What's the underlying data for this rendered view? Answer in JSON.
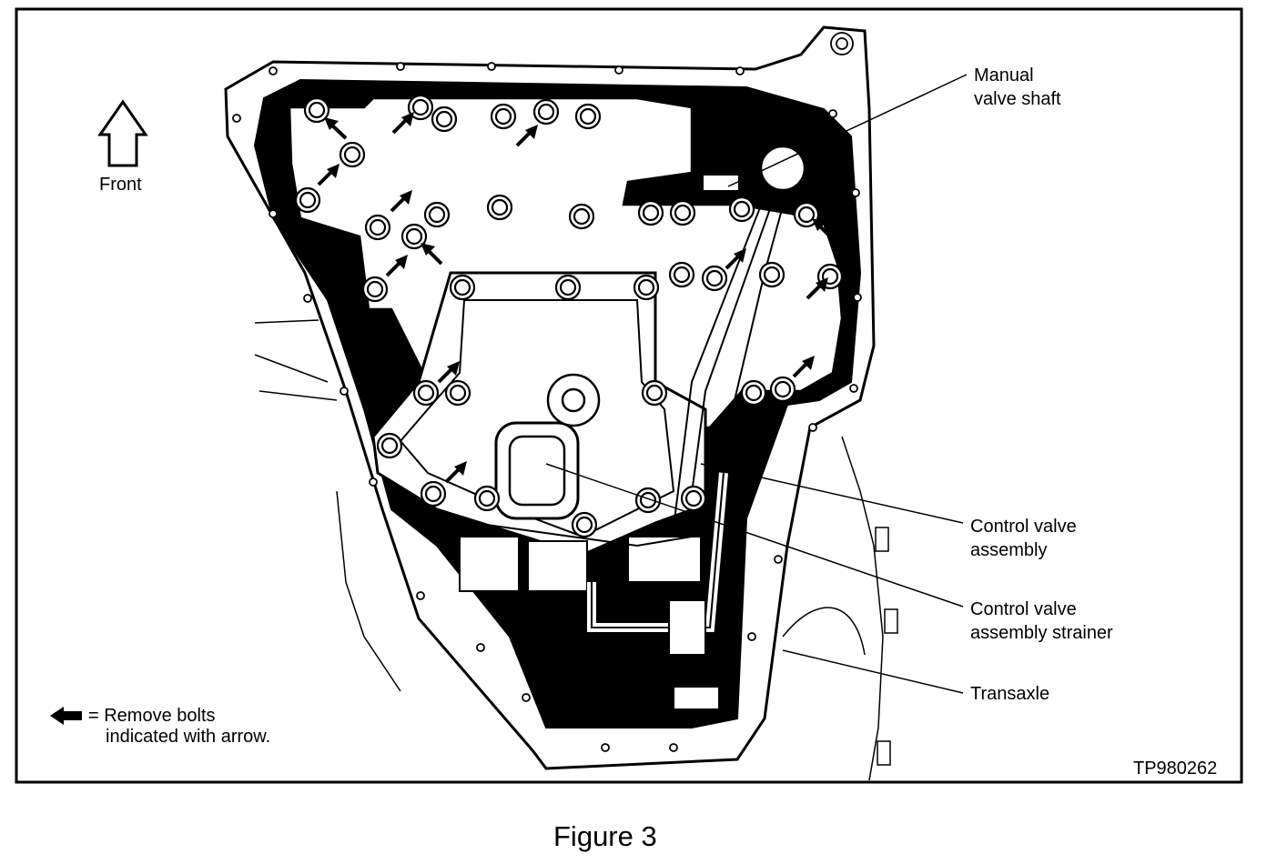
{
  "diagram": {
    "front_label": "Front",
    "callouts": {
      "manual_valve_shaft": [
        "Manual",
        "valve shaft"
      ],
      "control_valve_assembly": [
        "Control valve",
        "assembly"
      ],
      "control_valve_strainer": [
        "Control valve",
        "assembly strainer"
      ],
      "transaxle": [
        "Transaxle"
      ]
    },
    "legend": {
      "line1": "= Remove bolts",
      "line2": "indicated with arrow."
    },
    "code": "TP980262"
  },
  "caption": "Figure 3",
  "colors": {
    "ink": "#000000",
    "paper": "#ffffff"
  }
}
